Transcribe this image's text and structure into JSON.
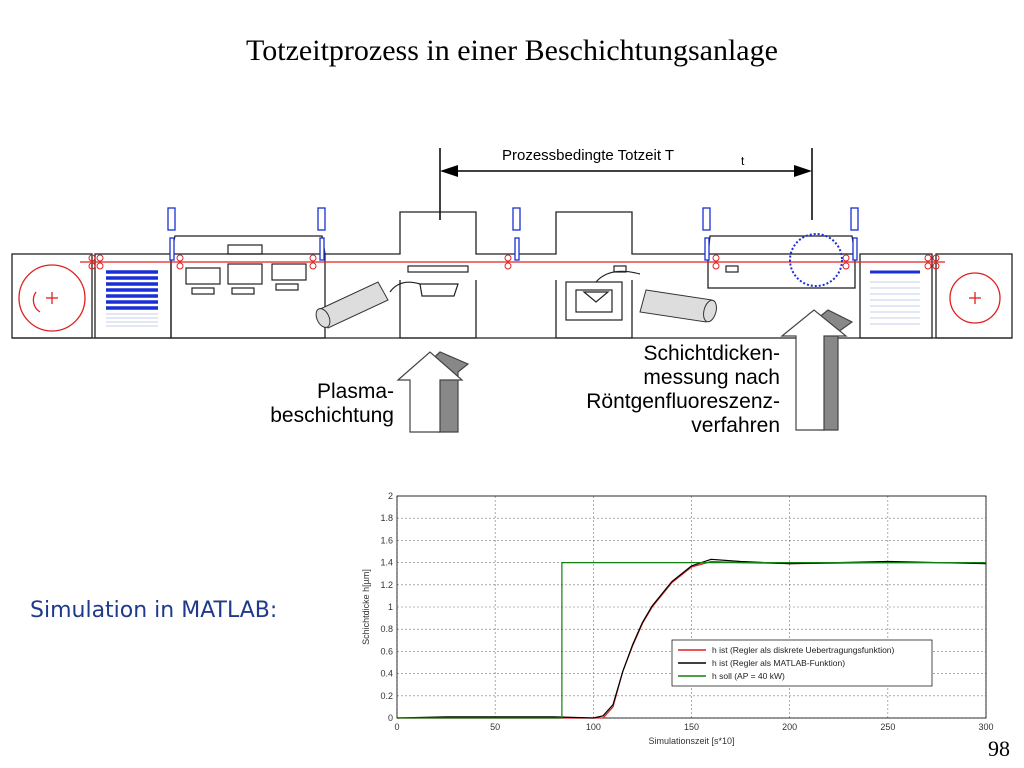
{
  "title": "Totzeitprozess in einer Beschichtungsanlage",
  "diagram": {
    "deadtime_label": "Prozessbedingte Totzeit T",
    "deadtime_sub": "t",
    "plasma_label": [
      "Plasma-",
      "beschichtung"
    ],
    "measure_label": [
      "Schichtdicken-",
      "messung nach",
      "Röntgenfluoreszenz-",
      "verfahren"
    ]
  },
  "simulation_label": "Simulation in MATLAB:",
  "page_number": "98",
  "colors": {
    "strip": "#e02020",
    "coil": "#1a2fd6",
    "text_blue": "#1f3a8a"
  },
  "chart_data": {
    "type": "line",
    "xlabel": "Simulationszeit [s*10]",
    "ylabel": "Schichtdicke h[µm]",
    "xlim": [
      0,
      300
    ],
    "ylim": [
      0,
      2
    ],
    "xticks": [
      0,
      50,
      100,
      150,
      200,
      250,
      300
    ],
    "yticks": [
      0,
      0.2,
      0.4,
      0.6,
      0.8,
      1,
      1.2,
      1.4,
      1.6,
      1.8,
      2
    ],
    "grid": true,
    "legend_position": "lower-right",
    "series": [
      {
        "name": "h ist (Regler als diskrete Uebertragungsfunktion)",
        "color": "#e02020",
        "x": [
          0,
          105,
          110,
          115,
          120,
          125,
          130,
          140,
          150,
          160,
          175,
          200,
          250,
          300
        ],
        "y": [
          0,
          0,
          0.1,
          0.42,
          0.65,
          0.85,
          1.0,
          1.22,
          1.36,
          1.41,
          1.4,
          1.39,
          1.4,
          1.4
        ]
      },
      {
        "name": "h ist (Regler als MATLAB-Funktion)",
        "color": "#000000",
        "x": [
          0,
          25,
          50,
          80,
          100,
          105,
          110,
          115,
          120,
          125,
          130,
          140,
          150,
          160,
          175,
          200,
          250,
          300
        ],
        "y": [
          0,
          0.01,
          0.01,
          0.01,
          0,
          0.02,
          0.12,
          0.42,
          0.66,
          0.86,
          1.01,
          1.23,
          1.37,
          1.43,
          1.41,
          1.39,
          1.41,
          1.39
        ]
      },
      {
        "name": "h soll (AP = 40 kW)",
        "color": "#108010",
        "x": [
          0,
          84,
          84,
          300
        ],
        "y": [
          0,
          0,
          1.4,
          1.4
        ]
      }
    ]
  }
}
